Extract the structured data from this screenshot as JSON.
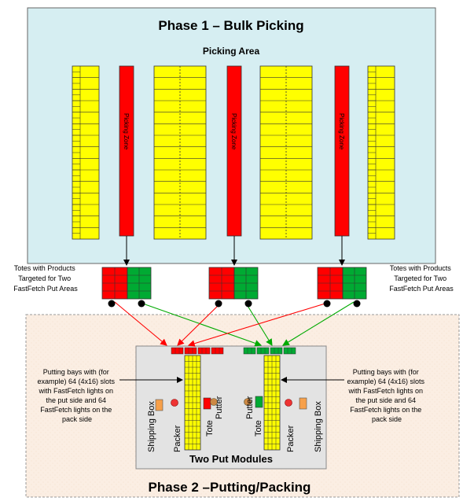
{
  "phase1": {
    "title": "Phase 1 – Bulk Picking",
    "area_label": "Picking Area",
    "zone_label": "Picking Zone"
  },
  "totes": {
    "left_label_lines": [
      "Totes with Products",
      "Targeted for Two",
      "FastFetch Put Areas"
    ],
    "right_label_lines": [
      "Totes with Products",
      "Targeted for Two",
      "FastFetch Put Areas"
    ]
  },
  "phase2": {
    "title": "Phase 2 –Putting/Packing",
    "module_label": "Two Put Modules",
    "left_note_lines": [
      "Putting bays with (for",
      "example) 64 (4x16) slots",
      "with FastFetch lights on",
      "the put side and 64",
      "FastFetch lights on the",
      "pack side"
    ],
    "right_note_lines": [
      "Putting bays with (for",
      "example) 64 (4x16) slots",
      "with FastFetch lights on",
      "the put side and 64",
      "FastFetch lights on the",
      "pack side"
    ],
    "labels": {
      "shipping_box": "Shipping Box",
      "packer": "Packer",
      "tote": "Tote",
      "putter": "Putter"
    }
  },
  "colors": {
    "picking_bg": "#d6eef2",
    "rack_yellow": "#ffff00",
    "zone_red": "#ff0000",
    "tote_green": "#00aa33",
    "phase2_bg": "#fbeee3",
    "module_bg": "#e3e3e3",
    "arrow_red": "#ff0000",
    "arrow_green": "#00aa00"
  }
}
